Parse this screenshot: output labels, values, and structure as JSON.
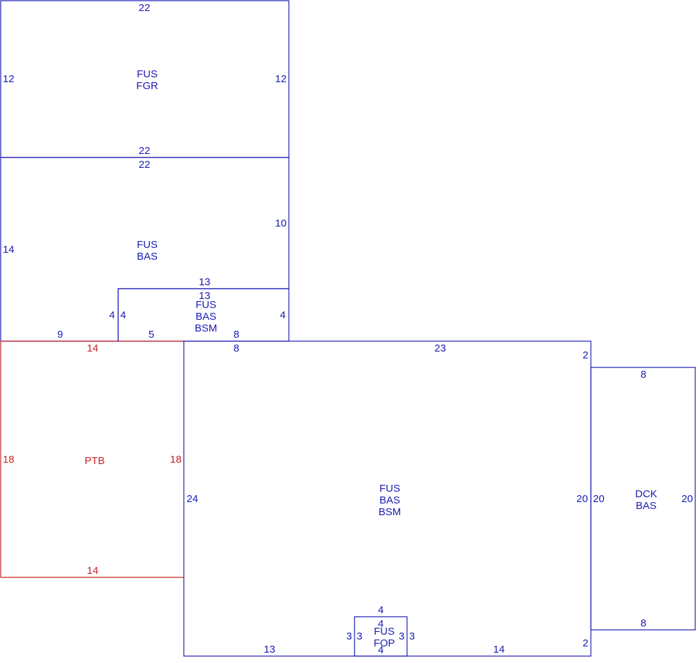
{
  "colors": {
    "main": "#1a1ab4",
    "alt": "#c82323"
  },
  "areas": {
    "fgr": {
      "code1": "FUS",
      "code2": "FGR",
      "top": "22",
      "left": "12",
      "right": "12",
      "bottom": "22"
    },
    "bas": {
      "code1": "FUS",
      "code2": "BAS",
      "top": "22",
      "left": "14",
      "right": "10",
      "bottom_left": "9"
    },
    "bsm_small": {
      "code1": "FUS",
      "code2": "BAS",
      "code3": "BSM",
      "top_outer": "13",
      "top_inner": "13",
      "left_outer": "4",
      "left_inner": "4",
      "right": "4",
      "bottom_left": "5",
      "bottom_right": "8"
    },
    "ptb": {
      "code1": "PTB",
      "top": "14",
      "left": "18",
      "right": "18",
      "bottom": "14"
    },
    "bsm_main": {
      "code1": "FUS",
      "code2": "BAS",
      "code3": "BSM",
      "top_left": "8",
      "top_right": "23",
      "left": "24",
      "right": "20",
      "corner_top": "2",
      "corner_bottom": "2",
      "bottom_left": "13",
      "bottom_right": "14"
    },
    "dck": {
      "code1": "DCK",
      "code2": "BAS",
      "top": "8",
      "left": "20",
      "right": "20",
      "bottom": "8"
    },
    "fop": {
      "code1": "FUS",
      "code2": "FOP",
      "top_outer": "4",
      "top_inner": "4",
      "left_outer": "3",
      "left_inner": "3",
      "right_inner": "3",
      "right_outer": "3",
      "bottom": "4"
    }
  }
}
